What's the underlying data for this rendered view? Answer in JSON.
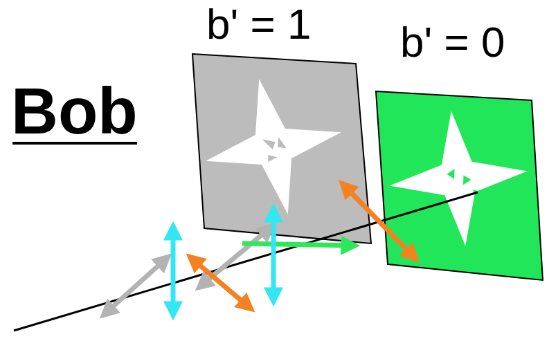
{
  "diagram": {
    "labels": [
      "Bob",
      "b' = 1",
      "b' = 0"
    ]
  }
}
